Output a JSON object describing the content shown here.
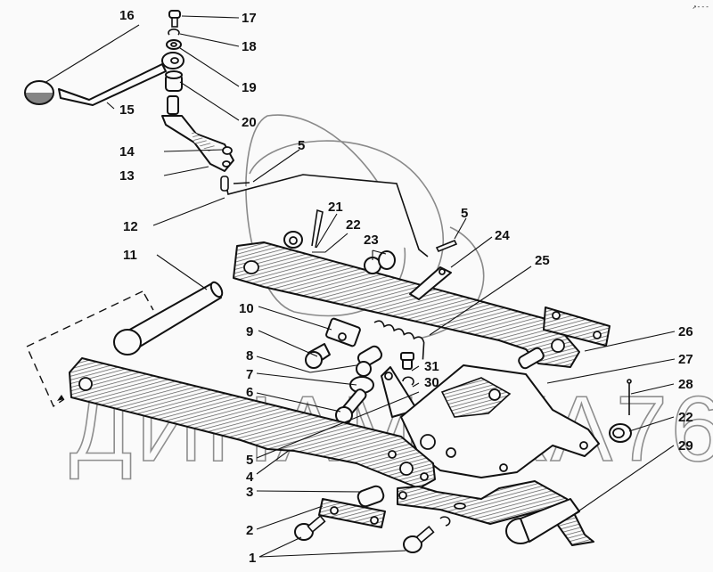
{
  "diagram": {
    "title": "Exploded view: hitch linkage assembly",
    "watermark": "ДИНАМИКА76",
    "corner_mark": "↗---",
    "callouts": [
      {
        "id": "c1",
        "label": "1"
      },
      {
        "id": "c2",
        "label": "2"
      },
      {
        "id": "c3",
        "label": "3"
      },
      {
        "id": "c4",
        "label": "4"
      },
      {
        "id": "c5a",
        "label": "5"
      },
      {
        "id": "c5b",
        "label": "5"
      },
      {
        "id": "c5c",
        "label": "5"
      },
      {
        "id": "c6",
        "label": "6"
      },
      {
        "id": "c7",
        "label": "7"
      },
      {
        "id": "c8",
        "label": "8"
      },
      {
        "id": "c9",
        "label": "9"
      },
      {
        "id": "c10",
        "label": "10"
      },
      {
        "id": "c11",
        "label": "11"
      },
      {
        "id": "c12",
        "label": "12"
      },
      {
        "id": "c13",
        "label": "13"
      },
      {
        "id": "c14",
        "label": "14"
      },
      {
        "id": "c15",
        "label": "15"
      },
      {
        "id": "c16",
        "label": "16"
      },
      {
        "id": "c17",
        "label": "17"
      },
      {
        "id": "c18",
        "label": "18"
      },
      {
        "id": "c19",
        "label": "19"
      },
      {
        "id": "c20",
        "label": "20"
      },
      {
        "id": "c21",
        "label": "21"
      },
      {
        "id": "c22a",
        "label": "22"
      },
      {
        "id": "c22b",
        "label": "22"
      },
      {
        "id": "c23",
        "label": "23"
      },
      {
        "id": "c24",
        "label": "24"
      },
      {
        "id": "c25",
        "label": "25"
      },
      {
        "id": "c26",
        "label": "26"
      },
      {
        "id": "c27",
        "label": "27"
      },
      {
        "id": "c28",
        "label": "28"
      },
      {
        "id": "c29",
        "label": "29"
      },
      {
        "id": "c30",
        "label": "30"
      },
      {
        "id": "c31",
        "label": "31"
      }
    ]
  }
}
